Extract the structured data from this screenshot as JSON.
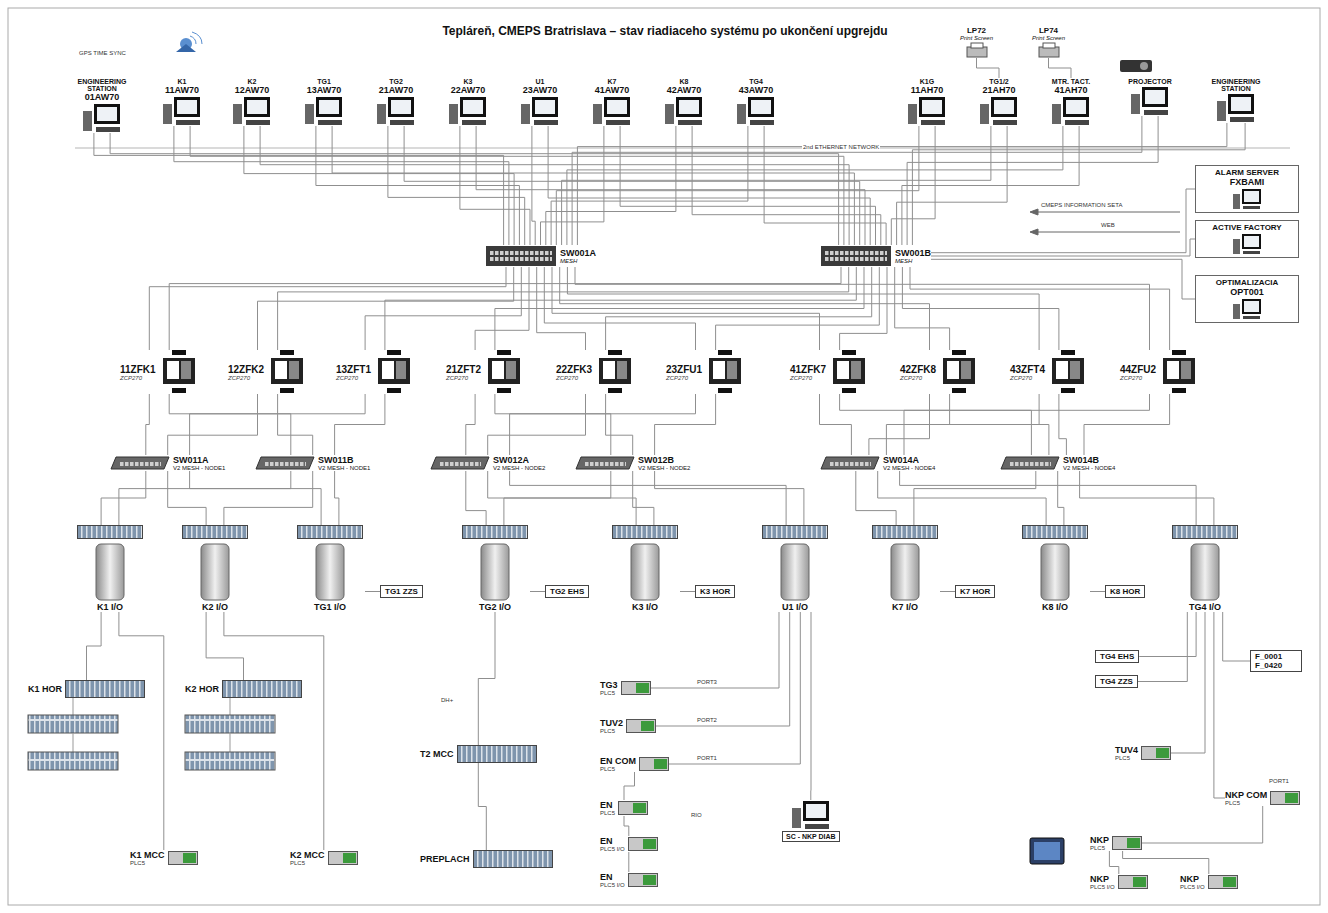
{
  "diagram": {
    "title": "Tepláreň, CMEPS Bratrislava – stav riadiaceho systému po ukončení upgrejdu",
    "nodes": [
      {
        "text": [
          "ENGINEERING STATION",
          "01AW70"
        ]
      },
      {
        "text": [
          "K1",
          "11AW70"
        ]
      },
      {
        "text": [
          "K2",
          "12AW70"
        ]
      },
      {
        "text": [
          "TG1",
          "13AW70"
        ]
      },
      {
        "text": [
          "TG2",
          "21AW70"
        ]
      },
      {
        "text": [
          "K3",
          "22AW70"
        ]
      },
      {
        "text": [
          "U1",
          "23AW70"
        ]
      },
      {
        "text": [
          "K7",
          "41AW70"
        ]
      },
      {
        "text": [
          "K8",
          "42AW70"
        ]
      },
      {
        "text": [
          "TG4",
          "43AW70"
        ]
      },
      {
        "text": [
          "K1G",
          "11AH70"
        ]
      },
      {
        "text": [
          "TG1/2",
          "21AH70"
        ]
      },
      {
        "text": [
          "MTR. TACT.",
          "41AH70"
        ]
      },
      {
        "text": [
          "PROJECTOR"
        ]
      },
      {
        "text": [
          "ENGINEERING STATION"
        ]
      },
      {
        "text": [
          "LP72",
          "Print Screen"
        ]
      },
      {
        "text": [
          "LP74",
          "Print Screen"
        ]
      },
      {
        "text": [
          "SW001A",
          "MESH"
        ]
      },
      {
        "text": [
          "SW001B",
          "MESH"
        ]
      },
      {
        "text": [
          "ALARM SERVER",
          "FXBAMI"
        ]
      },
      {
        "text": [
          "ACTIVE FACTORY"
        ]
      },
      {
        "text": [
          "OPTIMALIZACIA",
          "OPT001"
        ]
      },
      {
        "text": [
          "11ZFK1",
          "ZCP270"
        ]
      },
      {
        "text": [
          "12ZFK2",
          "ZCP270"
        ]
      },
      {
        "text": [
          "13ZFT1",
          "ZCP270"
        ]
      },
      {
        "text": [
          "21ZFT2",
          "ZCP270"
        ]
      },
      {
        "text": [
          "22ZFK3",
          "ZCP270"
        ]
      },
      {
        "text": [
          "23ZFU1",
          "ZCP270"
        ]
      },
      {
        "text": [
          "41ZFK7",
          "ZCP270"
        ]
      },
      {
        "text": [
          "42ZFK8",
          "ZCP270"
        ]
      },
      {
        "text": [
          "43ZFT4",
          "ZCP270"
        ]
      },
      {
        "text": [
          "44ZFU2",
          "ZCP270"
        ]
      },
      {
        "text": [
          "SW011A",
          "V2 MESH - NODE1"
        ]
      },
      {
        "text": [
          "SW011B",
          "V2 MESH - NODE1"
        ]
      },
      {
        "text": [
          "SW012A",
          "V2 MESH - NODE2"
        ]
      },
      {
        "text": [
          "SW012B",
          "V2 MESH - NODE2"
        ]
      },
      {
        "text": [
          "SW014A",
          "V2 MESH - NODE4"
        ]
      },
      {
        "text": [
          "SW014B",
          "V2 MESH - NODE4"
        ]
      },
      {
        "text": [
          "K1 I/O"
        ]
      },
      {
        "text": [
          "K2 I/O"
        ]
      },
      {
        "text": [
          "TG1 I/O"
        ]
      },
      {
        "text": [
          "TG2 I/O"
        ]
      },
      {
        "text": [
          "K3 I/O"
        ]
      },
      {
        "text": [
          "U1 I/O"
        ]
      },
      {
        "text": [
          "K7 I/O"
        ]
      },
      {
        "text": [
          "K8 I/O"
        ]
      },
      {
        "text": [
          "TG4 I/O"
        ]
      },
      {
        "text": [
          "TG1 ZZS"
        ]
      },
      {
        "text": [
          "TG2 EHS"
        ]
      },
      {
        "text": [
          "K3 HOR"
        ]
      },
      {
        "text": [
          "K7 HOR"
        ]
      },
      {
        "text": [
          "K8 HOR"
        ]
      },
      {
        "text": [
          "TG4 EHS"
        ]
      },
      {
        "text": [
          "TG4 ZZS"
        ]
      },
      {
        "text": [
          "F_0001 F_0420"
        ]
      },
      {
        "text": [
          "K1 HOR"
        ]
      },
      {
        "text": [
          "K2 HOR"
        ]
      },
      {
        "text": [
          "K1 MCC",
          "PLC5"
        ]
      },
      {
        "text": [
          "K2 MCC",
          "PLC5"
        ]
      },
      {
        "text": [
          "T2 MCC"
        ]
      },
      {
        "text": [
          "PREPLACH"
        ]
      },
      {
        "text": [
          "TG3",
          "PLC5"
        ]
      },
      {
        "text": [
          "TUV2",
          "PLC5"
        ]
      },
      {
        "text": [
          "EN COM",
          "PLC5"
        ]
      },
      {
        "text": [
          "EN",
          "PLC5"
        ]
      },
      {
        "text": [
          "EN",
          "PLC5 I/O"
        ]
      },
      {
        "text": [
          "EN",
          "PLC5 I/O"
        ]
      },
      {
        "text": [
          "SC - NKP DIAB"
        ]
      },
      {
        "text": [
          "TUV4",
          "PLC5"
        ]
      },
      {
        "text": [
          "NKP COM",
          "PLC5"
        ]
      },
      {
        "text": [
          "NKP",
          "PLC5"
        ]
      },
      {
        "text": [
          "NKP",
          "PLC5 I/O"
        ]
      },
      {
        "text": [
          "NKP",
          "PLC5 I/O"
        ]
      }
    ],
    "edges": [
      {
        "from": 0,
        "to": 17,
        "arrow": "none"
      },
      {
        "from": 1,
        "to": 17,
        "arrow": "none"
      },
      {
        "from": 2,
        "to": 17,
        "arrow": "none"
      },
      {
        "from": 3,
        "to": 17,
        "arrow": "none"
      },
      {
        "from": 4,
        "to": 17,
        "arrow": "none"
      },
      {
        "from": 5,
        "to": 17,
        "arrow": "none"
      },
      {
        "from": 6,
        "to": 17,
        "arrow": "none"
      },
      {
        "from": 7,
        "to": 17,
        "arrow": "none"
      },
      {
        "from": 8,
        "to": 17,
        "arrow": "none"
      },
      {
        "from": 9,
        "to": 17,
        "arrow": "none"
      },
      {
        "from": 10,
        "to": 17,
        "arrow": "none"
      },
      {
        "from": 11,
        "to": 17,
        "arrow": "none"
      },
      {
        "from": 12,
        "to": 17,
        "arrow": "none"
      },
      {
        "from": 13,
        "to": 17,
        "arrow": "none"
      },
      {
        "from": 14,
        "to": 17,
        "arrow": "none"
      },
      {
        "from": 0,
        "to": 18,
        "arrow": "none"
      },
      {
        "from": 1,
        "to": 18,
        "arrow": "none"
      },
      {
        "from": 2,
        "to": 18,
        "arrow": "none"
      },
      {
        "from": 3,
        "to": 18,
        "arrow": "none"
      },
      {
        "from": 4,
        "to": 18,
        "arrow": "none"
      },
      {
        "from": 5,
        "to": 18,
        "arrow": "none"
      },
      {
        "from": 6,
        "to": 18,
        "arrow": "none"
      },
      {
        "from": 7,
        "to": 18,
        "arrow": "none"
      },
      {
        "from": 8,
        "to": 18,
        "arrow": "none"
      },
      {
        "from": 9,
        "to": 18,
        "arrow": "none"
      },
      {
        "from": 10,
        "to": 18,
        "arrow": "none"
      },
      {
        "from": 11,
        "to": 18,
        "arrow": "none"
      },
      {
        "from": 12,
        "to": 18,
        "arrow": "none"
      },
      {
        "from": 13,
        "to": 18,
        "arrow": "none"
      },
      {
        "from": 14,
        "to": 18,
        "arrow": "none"
      },
      {
        "from": 19,
        "to": 18,
        "arrow": "none"
      },
      {
        "from": 20,
        "to": 18,
        "arrow": "none"
      },
      {
        "from": 21,
        "to": 18,
        "arrow": "none"
      },
      {
        "from": 17,
        "to": 22,
        "arrow": "none"
      },
      {
        "from": 17,
        "to": 23,
        "arrow": "none"
      },
      {
        "from": 17,
        "to": 24,
        "arrow": "none"
      },
      {
        "from": 17,
        "to": 25,
        "arrow": "none"
      },
      {
        "from": 17,
        "to": 26,
        "arrow": "none"
      },
      {
        "from": 17,
        "to": 27,
        "arrow": "none"
      },
      {
        "from": 17,
        "to": 28,
        "arrow": "none"
      },
      {
        "from": 17,
        "to": 29,
        "arrow": "none"
      },
      {
        "from": 17,
        "to": 30,
        "arrow": "none"
      },
      {
        "from": 17,
        "to": 31,
        "arrow": "none"
      },
      {
        "from": 18,
        "to": 22,
        "arrow": "none"
      },
      {
        "from": 18,
        "to": 23,
        "arrow": "none"
      },
      {
        "from": 18,
        "to": 24,
        "arrow": "none"
      },
      {
        "from": 18,
        "to": 25,
        "arrow": "none"
      },
      {
        "from": 18,
        "to": 26,
        "arrow": "none"
      },
      {
        "from": 18,
        "to": 27,
        "arrow": "none"
      },
      {
        "from": 18,
        "to": 28,
        "arrow": "none"
      },
      {
        "from": 18,
        "to": 29,
        "arrow": "none"
      },
      {
        "from": 18,
        "to": 30,
        "arrow": "none"
      },
      {
        "from": 18,
        "to": 31,
        "arrow": "none"
      },
      {
        "from": 22,
        "to": 32,
        "arrow": "none"
      },
      {
        "from": 22,
        "to": 33,
        "arrow": "none"
      },
      {
        "from": 23,
        "to": 32,
        "arrow": "none"
      },
      {
        "from": 23,
        "to": 33,
        "arrow": "none"
      },
      {
        "from": 24,
        "to": 32,
        "arrow": "none"
      },
      {
        "from": 24,
        "to": 33,
        "arrow": "none"
      },
      {
        "from": 25,
        "to": 34,
        "arrow": "none"
      },
      {
        "from": 25,
        "to": 35,
        "arrow": "none"
      },
      {
        "from": 26,
        "to": 34,
        "arrow": "none"
      },
      {
        "from": 26,
        "to": 35,
        "arrow": "none"
      },
      {
        "from": 27,
        "to": 34,
        "arrow": "none"
      },
      {
        "from": 27,
        "to": 35,
        "arrow": "none"
      },
      {
        "from": 28,
        "to": 36,
        "arrow": "none"
      },
      {
        "from": 28,
        "to": 37,
        "arrow": "none"
      },
      {
        "from": 29,
        "to": 36,
        "arrow": "none"
      },
      {
        "from": 29,
        "to": 37,
        "arrow": "none"
      },
      {
        "from": 30,
        "to": 36,
        "arrow": "none"
      },
      {
        "from": 30,
        "to": 37,
        "arrow": "none"
      },
      {
        "from": 31,
        "to": 36,
        "arrow": "none"
      },
      {
        "from": 31,
        "to": 37,
        "arrow": "none"
      },
      {
        "from": 32,
        "to": 38,
        "arrow": "none"
      },
      {
        "from": 32,
        "to": 39,
        "arrow": "none"
      },
      {
        "from": 32,
        "to": 40,
        "arrow": "none"
      },
      {
        "from": 33,
        "to": 38,
        "arrow": "none"
      },
      {
        "from": 33,
        "to": 39,
        "arrow": "none"
      },
      {
        "from": 33,
        "to": 40,
        "arrow": "none"
      },
      {
        "from": 34,
        "to": 41,
        "arrow": "none"
      },
      {
        "from": 34,
        "to": 42,
        "arrow": "none"
      },
      {
        "from": 34,
        "to": 43,
        "arrow": "none"
      },
      {
        "from": 35,
        "to": 41,
        "arrow": "none"
      },
      {
        "from": 35,
        "to": 42,
        "arrow": "none"
      },
      {
        "from": 35,
        "to": 43,
        "arrow": "none"
      },
      {
        "from": 36,
        "to": 44,
        "arrow": "none"
      },
      {
        "from": 36,
        "to": 45,
        "arrow": "none"
      },
      {
        "from": 36,
        "to": 46,
        "arrow": "none"
      },
      {
        "from": 37,
        "to": 44,
        "arrow": "none"
      },
      {
        "from": 37,
        "to": 45,
        "arrow": "none"
      },
      {
        "from": 37,
        "to": 46,
        "arrow": "none"
      },
      {
        "from": 40,
        "to": 47,
        "arrow": "none"
      },
      {
        "from": 41,
        "to": 48,
        "arrow": "none"
      },
      {
        "from": 42,
        "to": 49,
        "arrow": "none"
      },
      {
        "from": 44,
        "to": 50,
        "arrow": "none"
      },
      {
        "from": 45,
        "to": 51,
        "arrow": "none"
      },
      {
        "from": 46,
        "to": 52,
        "arrow": "none"
      },
      {
        "from": 46,
        "to": 53,
        "arrow": "none"
      },
      {
        "from": 46,
        "to": 54,
        "arrow": "none"
      },
      {
        "from": 38,
        "to": 55,
        "arrow": "none"
      },
      {
        "from": 39,
        "to": 56,
        "arrow": "none"
      },
      {
        "from": 38,
        "to": 57,
        "arrow": "none"
      },
      {
        "from": 39,
        "to": 58,
        "arrow": "none"
      },
      {
        "from": 41,
        "to": 59,
        "arrow": "none"
      },
      {
        "from": 59,
        "to": 60,
        "arrow": "none"
      },
      {
        "from": 43,
        "to": 61,
        "arrow": "none"
      },
      {
        "from": 43,
        "to": 62,
        "arrow": "none"
      },
      {
        "from": 43,
        "to": 63,
        "arrow": "none"
      },
      {
        "from": 43,
        "to": 67,
        "arrow": "none"
      },
      {
        "from": 63,
        "to": 64,
        "arrow": "none"
      },
      {
        "from": 64,
        "to": 65,
        "arrow": "none"
      },
      {
        "from": 65,
        "to": 66,
        "arrow": "none"
      },
      {
        "from": 46,
        "to": 68,
        "arrow": "none"
      },
      {
        "from": 46,
        "to": 69,
        "arrow": "none"
      },
      {
        "from": 69,
        "to": 70,
        "arrow": "none"
      },
      {
        "from": 70,
        "to": 71,
        "arrow": "none"
      },
      {
        "from": 70,
        "to": 72,
        "arrow": "none"
      },
      {
        "from": 15,
        "to": 11,
        "arrow": "none"
      },
      {
        "from": 16,
        "to": 12,
        "arrow": "none"
      }
    ],
    "labels": [
      "GPS TIME SYNC",
      "2nd ETHERNET NETWORK",
      "CMEPS INFORMATION SETA",
      "WEB",
      "PORT3",
      "PORT2",
      "PORT1",
      "PORT1",
      "DH+",
      "RIO"
    ]
  }
}
